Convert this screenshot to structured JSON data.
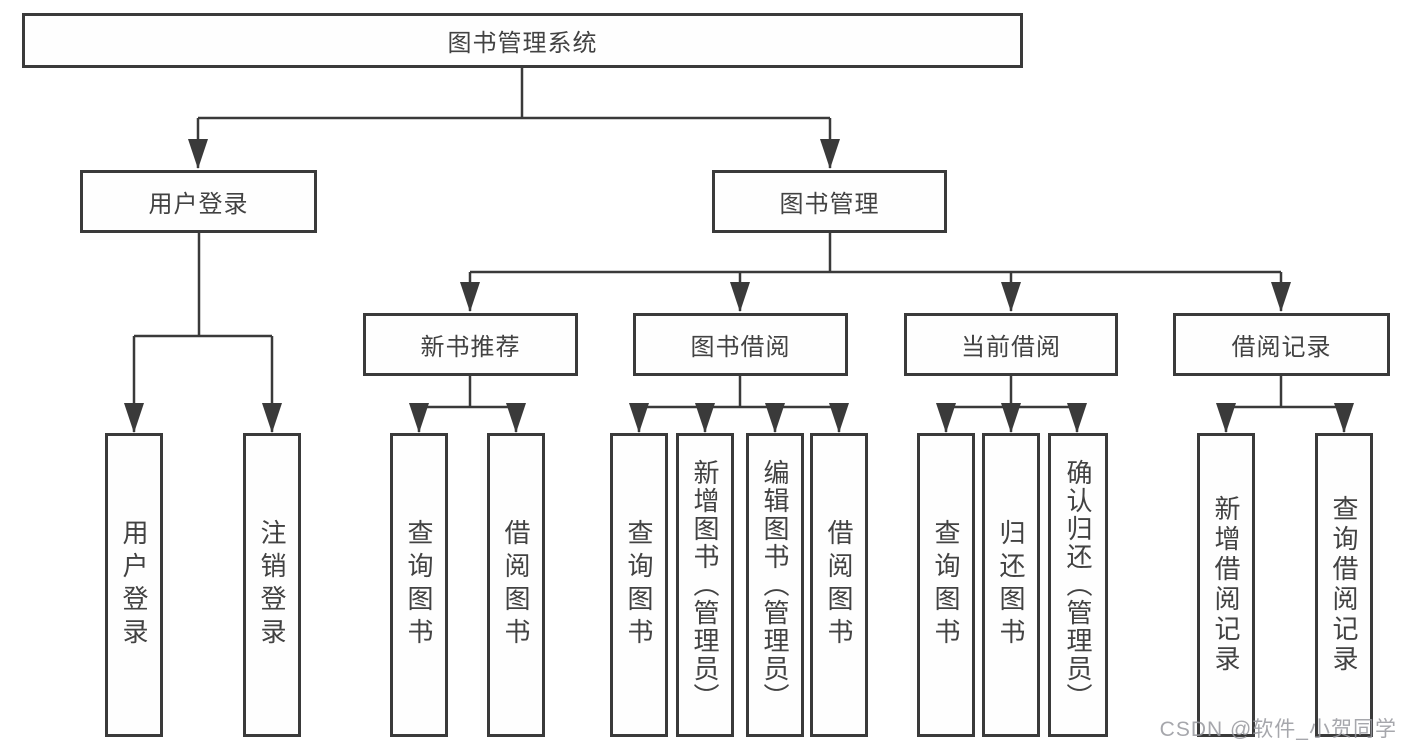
{
  "diagram_type": "hierarchy-tree",
  "tree": {
    "label": "图书管理系统",
    "children": [
      {
        "label": "用户登录",
        "children": [
          {
            "label": "用户登录"
          },
          {
            "label": "注销登录"
          }
        ]
      },
      {
        "label": "图书管理",
        "children": [
          {
            "label": "新书推荐",
            "children": [
              {
                "label": "查询图书"
              },
              {
                "label": "借阅图书"
              }
            ]
          },
          {
            "label": "图书借阅",
            "children": [
              {
                "label": "查询图书"
              },
              {
                "label": "新增图书（管理员）"
              },
              {
                "label": "编辑图书（管理员）"
              },
              {
                "label": "借阅图书"
              }
            ]
          },
          {
            "label": "当前借阅",
            "children": [
              {
                "label": "查询图书"
              },
              {
                "label": "归还图书"
              },
              {
                "label": "确认归还（管理员）"
              }
            ]
          },
          {
            "label": "借阅记录",
            "children": [
              {
                "label": "新增借阅记录"
              },
              {
                "label": "查询借阅记录"
              }
            ]
          }
        ]
      }
    ]
  },
  "watermark": "CSDN @软件_小贺同学",
  "colors": {
    "line": "#3a3a3a",
    "box_border": "#3a3a3a",
    "box_fill": "#fefefe",
    "text": "#424242",
    "watermark": "#96989e",
    "background": "#ffffff"
  }
}
